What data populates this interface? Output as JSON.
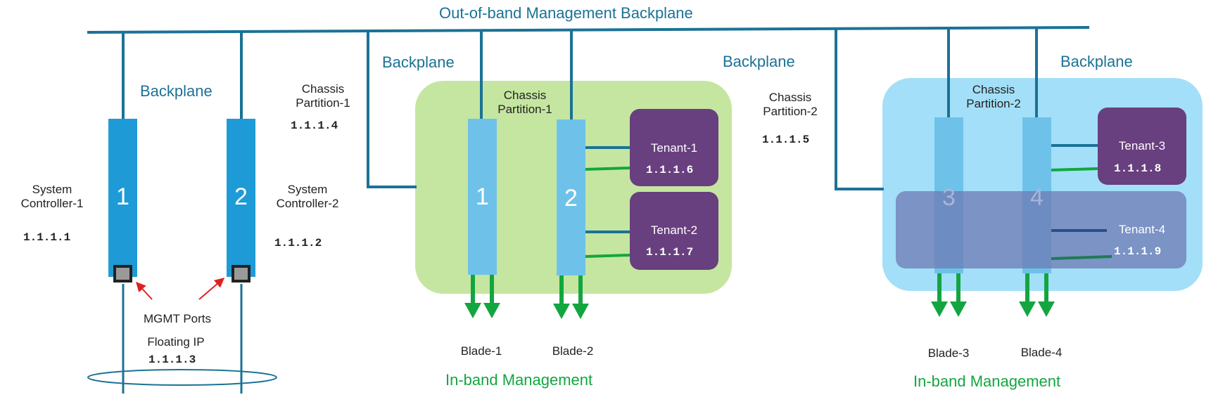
{
  "title": "Out-of-band Management Backplane",
  "backplane_labels": [
    "Backplane",
    "Backplane",
    "Backplane",
    "Backplane"
  ],
  "system_controllers": [
    {
      "number": "1",
      "label": "System\nController-1",
      "ip": "1.1.1.1"
    },
    {
      "number": "2",
      "label": "System\nController-2",
      "ip": "1.1.1.2"
    }
  ],
  "mgmt_ports_label": "MGMT Ports",
  "floating_ip": {
    "label": "Floating IP",
    "ip": "1.1.1.3"
  },
  "partitions": [
    {
      "outer_label": "Chassis\nPartition-1",
      "outer_ip": "1.1.1.4",
      "inner_label": "Chassis\nPartition-1",
      "blades": [
        {
          "number": "1",
          "label": "Blade-1"
        },
        {
          "number": "2",
          "label": "Blade-2"
        }
      ],
      "tenants": [
        {
          "name": "Tenant-1",
          "ip": "1.1.1.6"
        },
        {
          "name": "Tenant-2",
          "ip": "1.1.1.7"
        }
      ],
      "inband_label": "In-band Management",
      "color": "#c5e6a0"
    },
    {
      "outer_label": "Chassis\nPartition-2",
      "outer_ip": "1.1.1.5",
      "inner_label": "Chassis\nPartition-2",
      "blades": [
        {
          "number": "3",
          "label": "Blade-3"
        },
        {
          "number": "4",
          "label": "Blade-4"
        }
      ],
      "tenants": [
        {
          "name": "Tenant-3",
          "ip": "1.1.1.8"
        },
        {
          "name": "Tenant-4",
          "ip": "1.1.1.9"
        }
      ],
      "inband_label": "In-band Management",
      "color": "#a3dff8"
    }
  ],
  "colors": {
    "backplane_line": "#1b7296",
    "controller": "#1e9bd7",
    "blade": "#6ec2ea",
    "tenant": "#683f7f",
    "tenant_overlay": "#7e88bb",
    "arrow_green": "#13a640",
    "port_arrow": "#e02020"
  }
}
